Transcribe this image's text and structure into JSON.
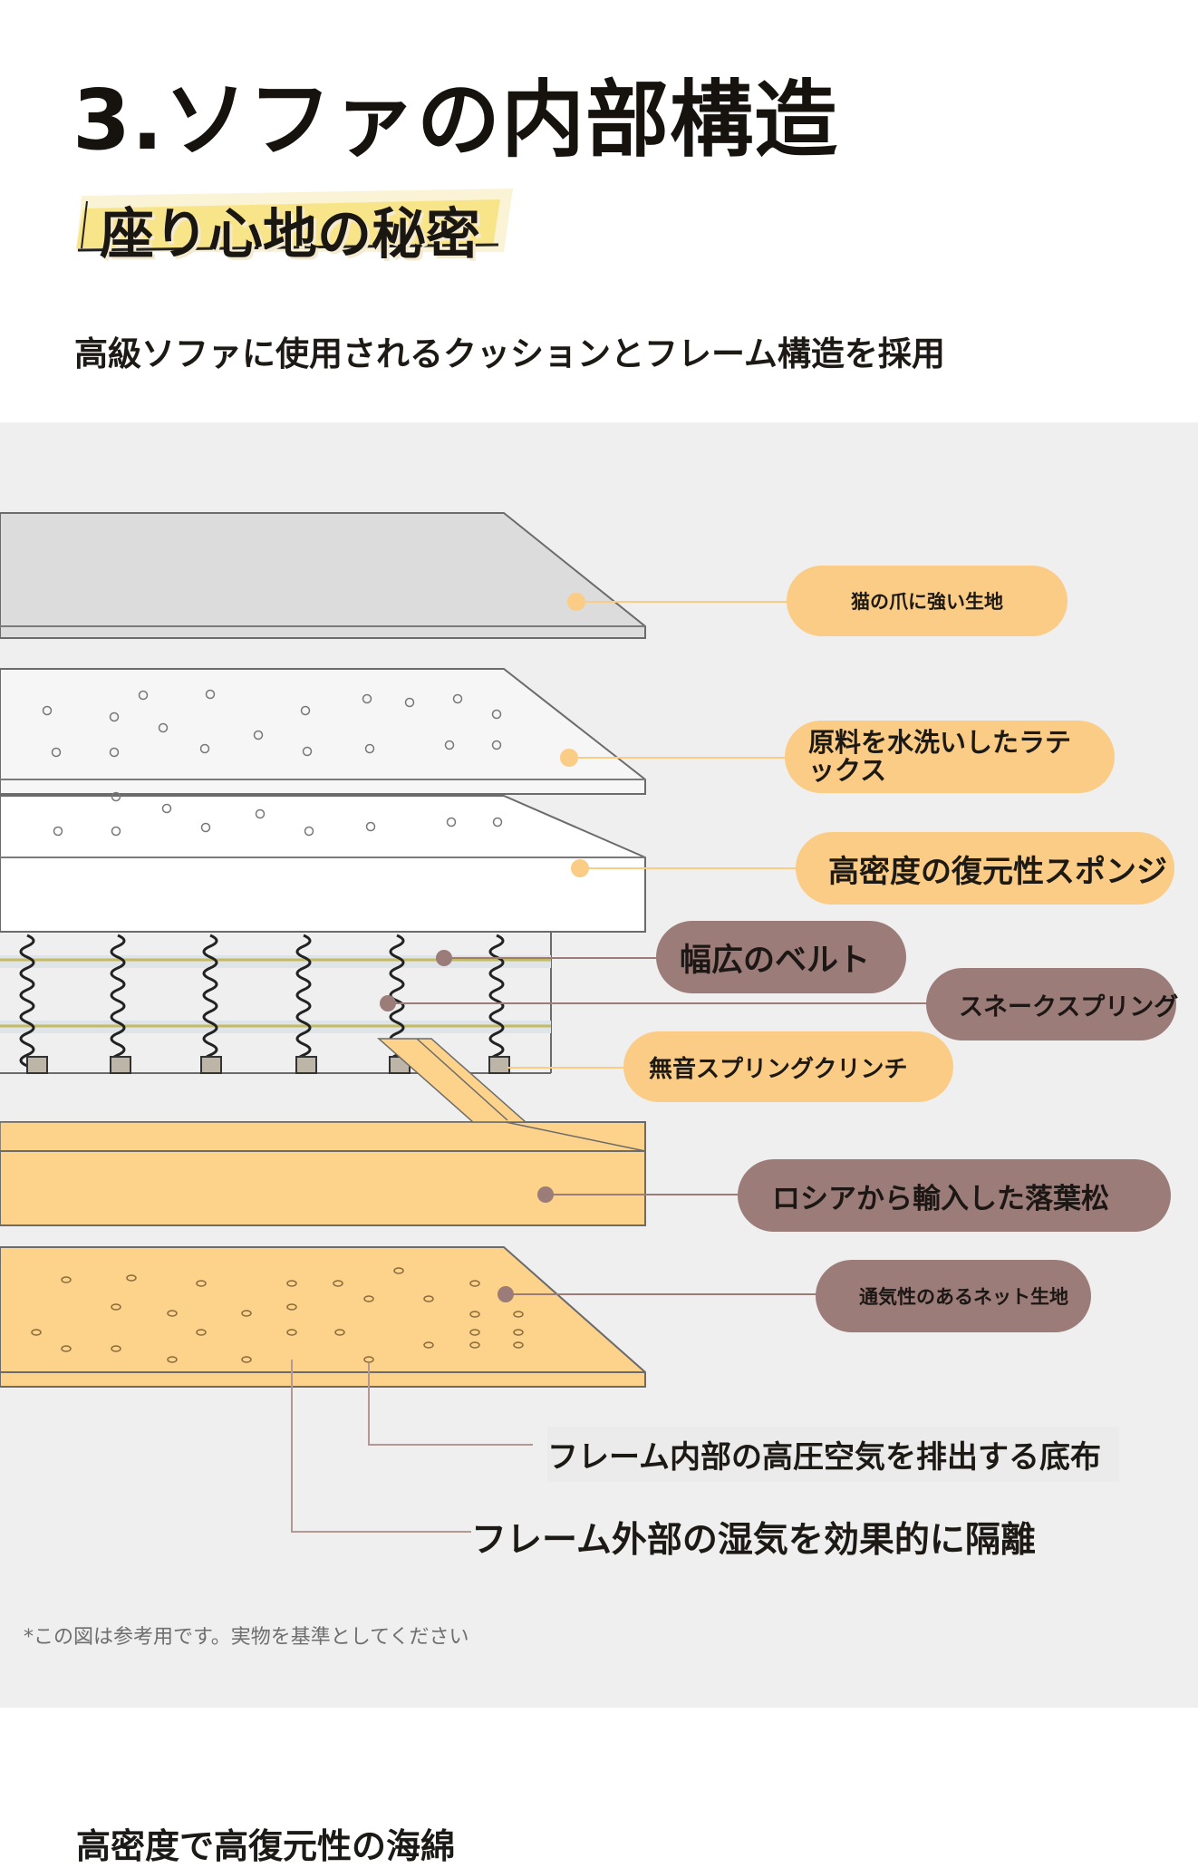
{
  "header": {
    "title": "3.ソファの内部構造",
    "subtitle": "座り心地の秘密",
    "intro": "高級ソファに使用されるクッションとフレーム構造を採用"
  },
  "labels": {
    "fabric": "猫の爪に強い生地",
    "latex_line1": "原料を水洗いしたラテ",
    "latex_line2": "ックス",
    "sponge": "高密度の復元性スポンジ",
    "belt": "幅広のベルト",
    "spring": "スネークスプリング",
    "clinch": "無音スプリングクリンチ",
    "larch": "ロシアから輸入した落葉松",
    "net_fabric": "通気性のあるネット生地",
    "bottom_cloth": "フレーム内部の高圧空気を排出する底布",
    "moisture": "フレーム外部の湿気を効果的に隔離"
  },
  "note": "*この図は参考用です。実物を基準としてください",
  "next_section_heading": "高密度で高復元性の海綿",
  "colors": {
    "accent_yellow": "#fbcc85",
    "accent_brown": "#9b7c79",
    "wood": "#fdd28a",
    "highlight": "#f7d84a"
  }
}
